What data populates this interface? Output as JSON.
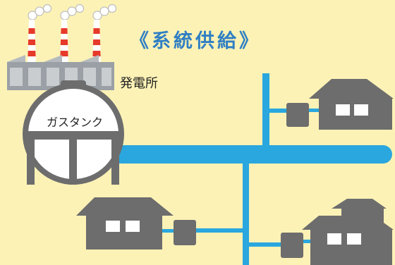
{
  "title": "《系統供給》",
  "labels": {
    "power_plant": "発電所",
    "gas_tank": "ガスタンク"
  },
  "colors": {
    "background": "#fcf2b6",
    "pipe": "#2aa7de",
    "building": "#6d6d6d",
    "tank_body": "#ffffff",
    "title": "#2f7fc3",
    "stripe": "#e63a2b"
  }
}
